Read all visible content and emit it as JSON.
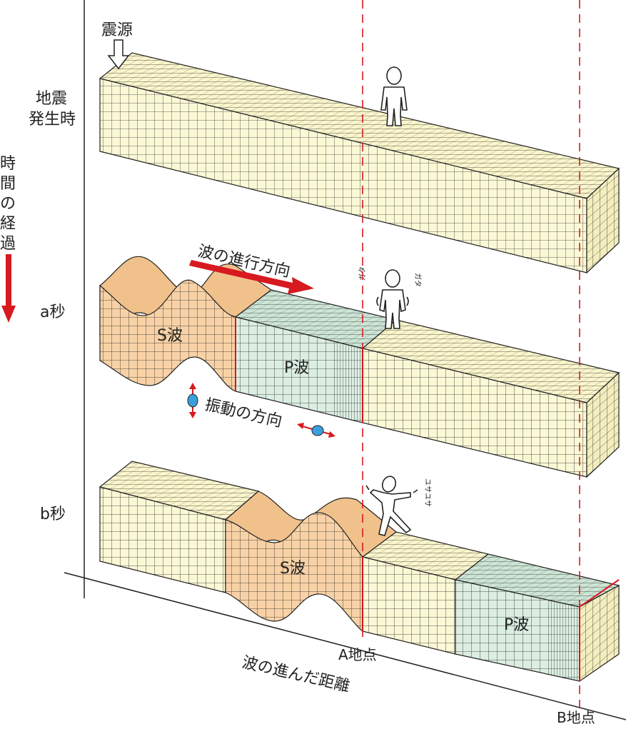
{
  "labels": {
    "epicenter": "震源",
    "quake_time_line1": "地震",
    "quake_time_line2": "発生時",
    "time_elapsed_chars": [
      "時",
      "間",
      "の",
      "経",
      "過"
    ],
    "a_seconds": "a秒",
    "b_seconds": "b秒",
    "wave_direction": "波の進行方向",
    "vibration_direction": "振動の方向",
    "s_wave": "S波",
    "p_wave": "P波",
    "point_a": "A地点",
    "point_b": "B地点",
    "distance": "波の進んだ距離",
    "sfx_gata1": "ガタ",
    "sfx_gata2": "ガタ",
    "sfx_yusa": "ユサユサ"
  },
  "colors": {
    "rock": "#fbf8d6",
    "rock_top": "#fbf6cc",
    "rock_side": "#f3eebd",
    "s_wave": "#f8d2a6",
    "s_wave_side": "#f1c18c",
    "p_wave": "#dbeee1",
    "p_wave_side": "#cde5d5",
    "grid": "#222222",
    "accent_red": "#d71920",
    "particle": "#3aa0dc"
  }
}
